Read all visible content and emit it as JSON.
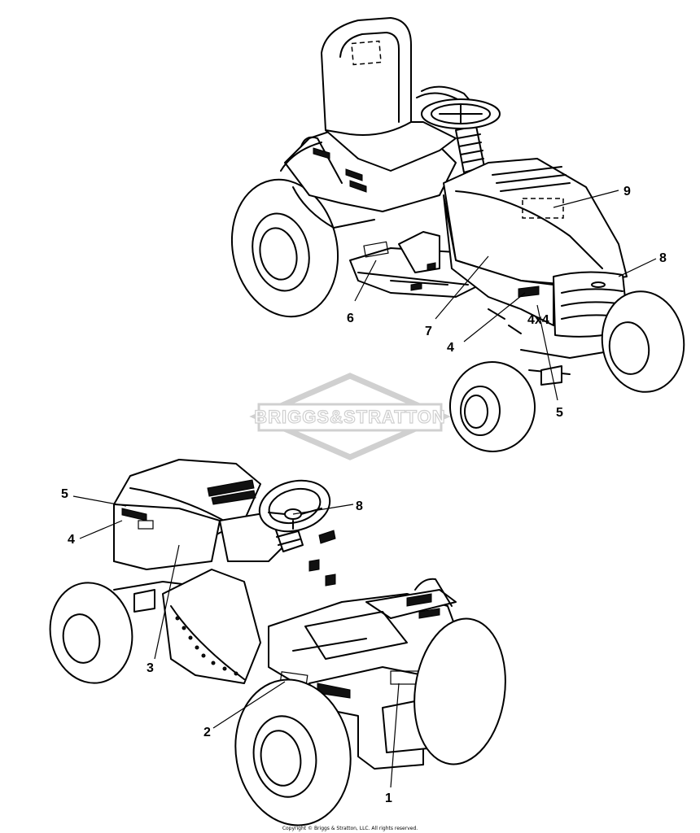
{
  "watermark": {
    "brand_text": "BRIGGS&STRATTON",
    "color": "#d0d0d0"
  },
  "top_view": {
    "callouts": [
      "9",
      "8",
      "6",
      "7",
      "4",
      "5"
    ]
  },
  "bottom_view": {
    "callouts": [
      "5",
      "4",
      "8",
      "3",
      "2",
      "1"
    ]
  },
  "copyright": "Copyright © Briggs & Stratton, LLC. All rights reserved."
}
